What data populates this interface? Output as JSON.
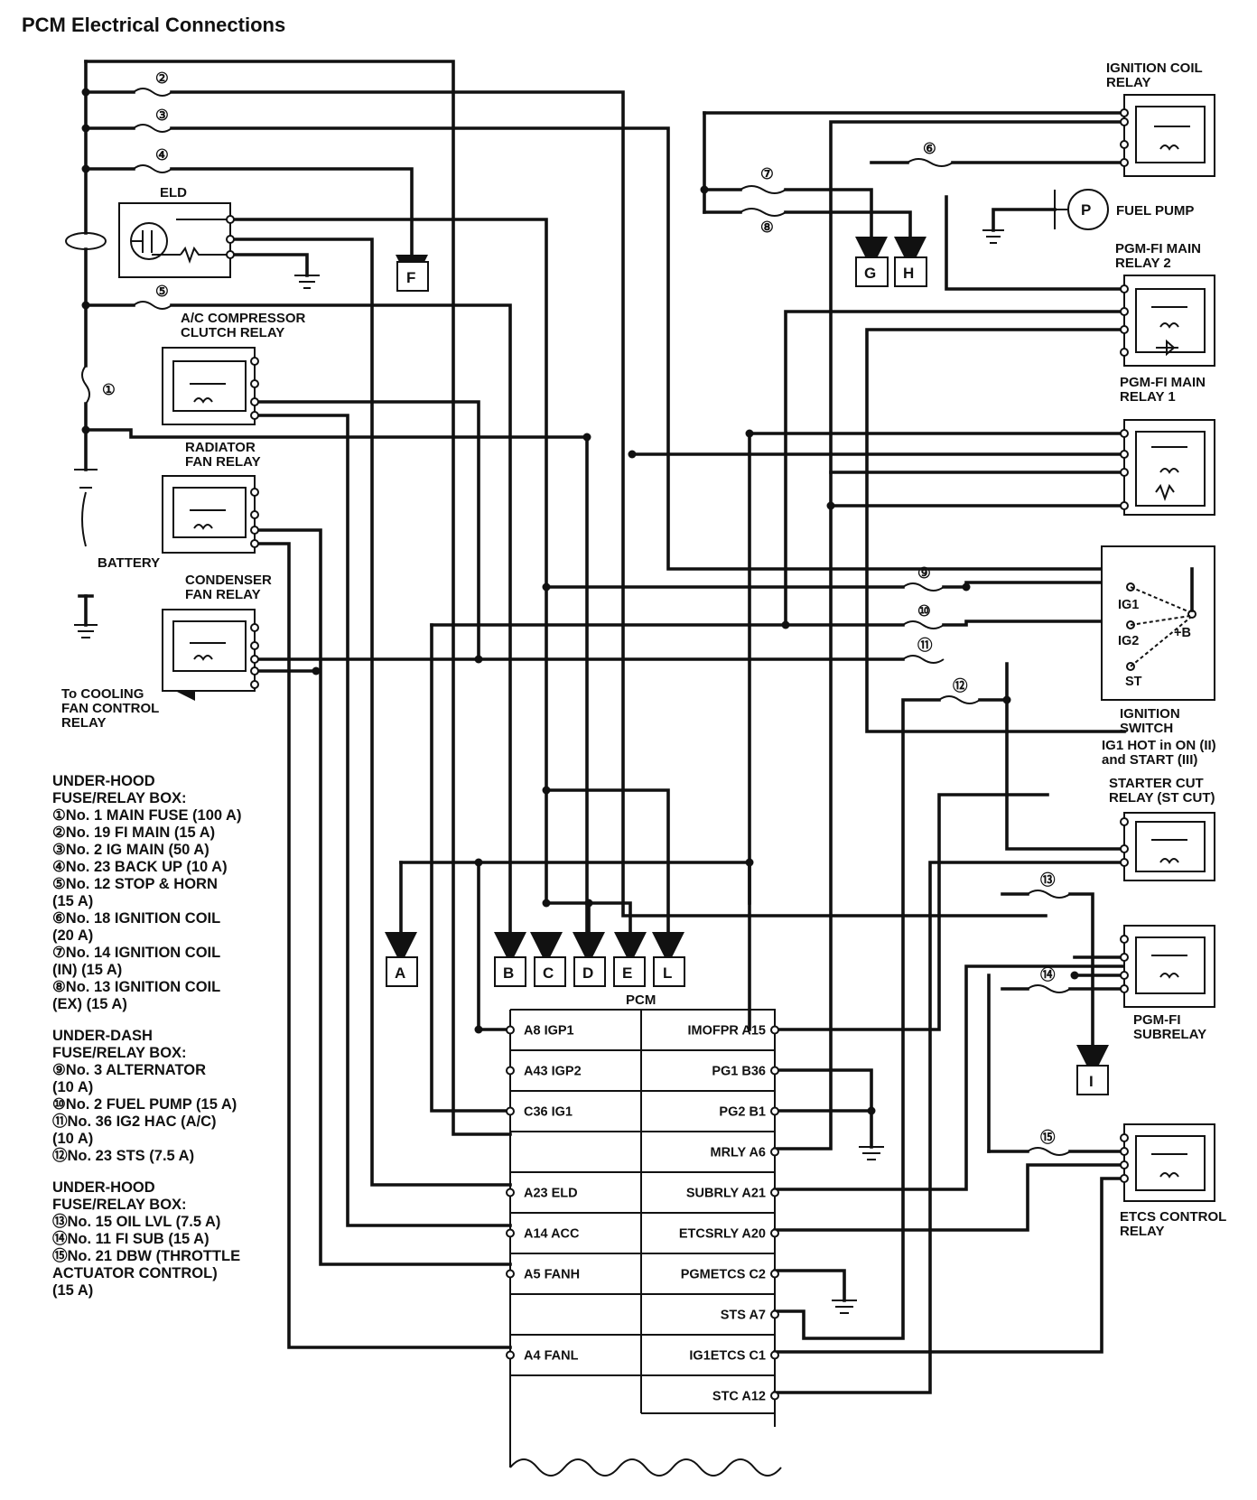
{
  "title": "PCM Electrical Connections",
  "components": {
    "eld": "ELD",
    "battery": "BATTERY",
    "ac_relay": [
      "A/C COMPRESSOR",
      "CLUTCH RELAY"
    ],
    "radiator_relay": [
      "RADIATOR",
      "FAN RELAY"
    ],
    "condenser_relay": [
      "CONDENSER",
      "FAN RELAY"
    ],
    "cooling": [
      "To COOLING",
      "FAN CONTROL",
      "RELAY"
    ],
    "ign_coil_relay": [
      "IGNITION COIL",
      "RELAY"
    ],
    "fuel_pump": "FUEL PUMP",
    "fuel_pump_symbol": "P",
    "main_relay2": [
      "PGM-FI MAIN",
      "RELAY 2"
    ],
    "main_relay1": [
      "PGM-FI MAIN",
      "RELAY 1"
    ],
    "ign_switch": [
      "IGNITION",
      "SWITCH"
    ],
    "ign_note": [
      "IG1 HOT in ON (II)",
      "and START (III)"
    ],
    "ign_terms": [
      "IG1",
      "IG2",
      "ST",
      "+B"
    ],
    "starter_cut": [
      "STARTER CUT",
      "RELAY (ST CUT)"
    ],
    "subrelay": [
      "PGM-FI",
      "SUBRELAY"
    ],
    "etcs_relay": [
      "ETCS CONTROL",
      "RELAY"
    ],
    "pcm": "PCM"
  },
  "fuse_numbers": [
    "①",
    "②",
    "③",
    "④",
    "⑤",
    "⑥",
    "⑦",
    "⑧",
    "⑨",
    "⑩",
    "⑪",
    "⑫",
    "⑬",
    "⑭",
    "⑮"
  ],
  "connectors": [
    "F",
    "G",
    "H",
    "A",
    "B",
    "C",
    "D",
    "E",
    "L",
    "I"
  ],
  "pcm_left_terminals": [
    "A8 IGP1",
    "A43 IGP2",
    "C36 IG1",
    "",
    "A23 ELD",
    "A14 ACC",
    "A5 FANH",
    "",
    "A4 FANL",
    ""
  ],
  "pcm_right_terminals": [
    "IMOFPR A15",
    "PG1 B36",
    "PG2 B1",
    "MRLY A6",
    "SUBRLY A21",
    "ETCSRLY A20",
    "PGMETCS C2",
    "STS A7",
    "IG1ETCS C1",
    "STC A12"
  ],
  "legend": [
    {
      "header": [
        "UNDER-HOOD",
        "FUSE/RELAY BOX:"
      ],
      "lines": [
        "①No. 1 MAIN FUSE (100 A)",
        "②No. 19 FI MAIN (15 A)",
        "③No. 2 IG MAIN (50 A)",
        "④No. 23 BACK UP (10 A)",
        "⑤No. 12 STOP & HORN",
        "(15 A)",
        "⑥No. 18 IGNITION COIL",
        "(20 A)",
        "⑦No. 14 IGNITION COIL",
        "(IN) (15 A)",
        "⑧No. 13 IGNITION COIL",
        "(EX) (15 A)"
      ]
    },
    {
      "header": [
        "UNDER-DASH",
        "FUSE/RELAY BOX:"
      ],
      "lines": [
        "⑨No. 3 ALTERNATOR",
        "(10 A)",
        "⑩No. 2 FUEL PUMP (15 A)",
        "⑪No. 36 IG2 HAC (A/C)",
        "(10 A)",
        "⑫No. 23 STS (7.5 A)"
      ]
    },
    {
      "header": [
        "UNDER-HOOD",
        "FUSE/RELAY BOX:"
      ],
      "lines": [
        "⑬No. 15 OIL LVL (7.5 A)",
        "⑭No. 11 FI SUB (15 A)",
        "⑮No. 21 DBW (THROTTLE",
        "ACTUATOR CONTROL)",
        "(15 A)"
      ]
    }
  ]
}
